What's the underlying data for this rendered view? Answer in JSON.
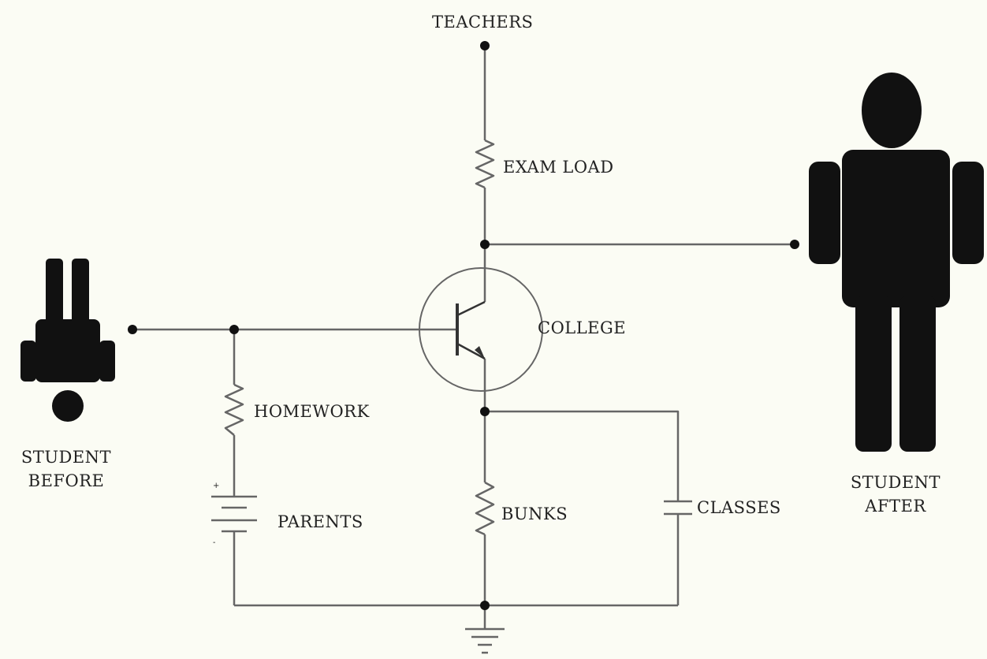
{
  "labels": {
    "teachers": "TEACHERS",
    "exam_load": "EXAM LOAD",
    "college": "COLLEGE",
    "homework": "HOMEWORK",
    "parents": "PARENTS",
    "bunks": "BUNKS",
    "classes": "CLASSES",
    "student_before_line1": "STUDENT",
    "student_before_line2": "BEFORE",
    "student_after_line1": "STUDENT",
    "student_after_line2": "AFTER",
    "battery_plus": "+",
    "battery_minus": "-"
  },
  "colors": {
    "background": "#fbfcf4",
    "wire": "#666666",
    "ink": "#111111",
    "text": "#222222"
  }
}
